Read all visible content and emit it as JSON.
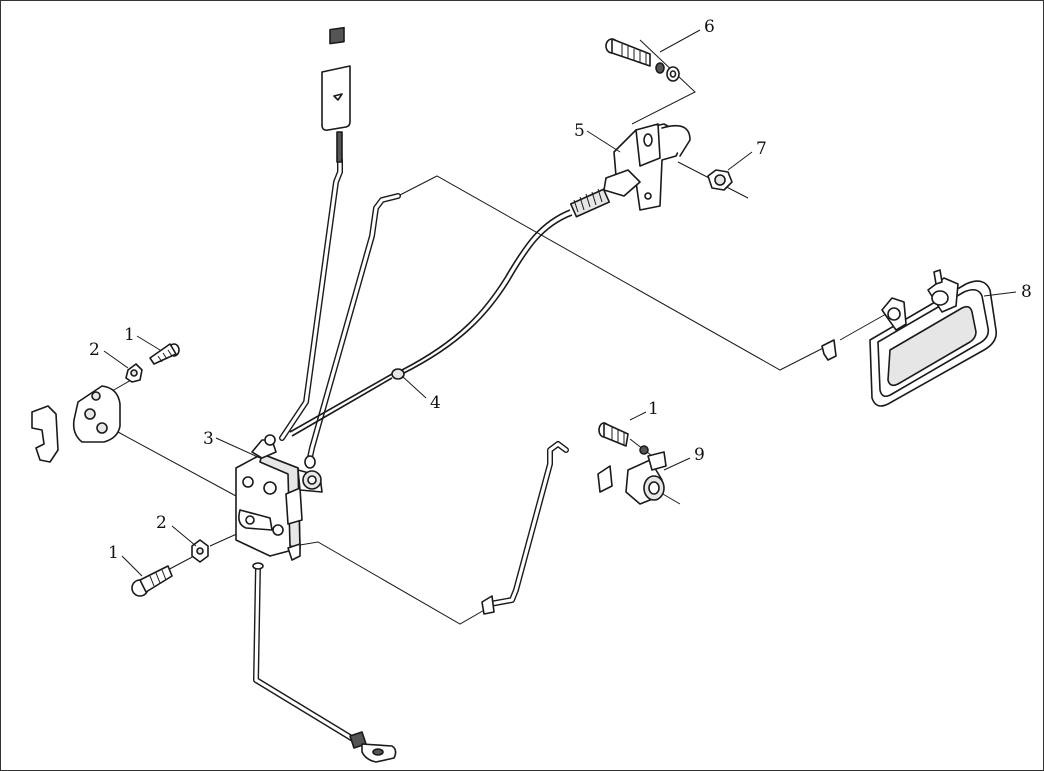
{
  "callouts": {
    "c1_upper": "1",
    "c2_upper": "2",
    "c3": "3",
    "c4": "4",
    "c5": "5",
    "c6": "6",
    "c7": "7",
    "c8": "8",
    "c1_right": "1",
    "c9": "9",
    "c2_lower": "2",
    "c1_lower": "1"
  }
}
